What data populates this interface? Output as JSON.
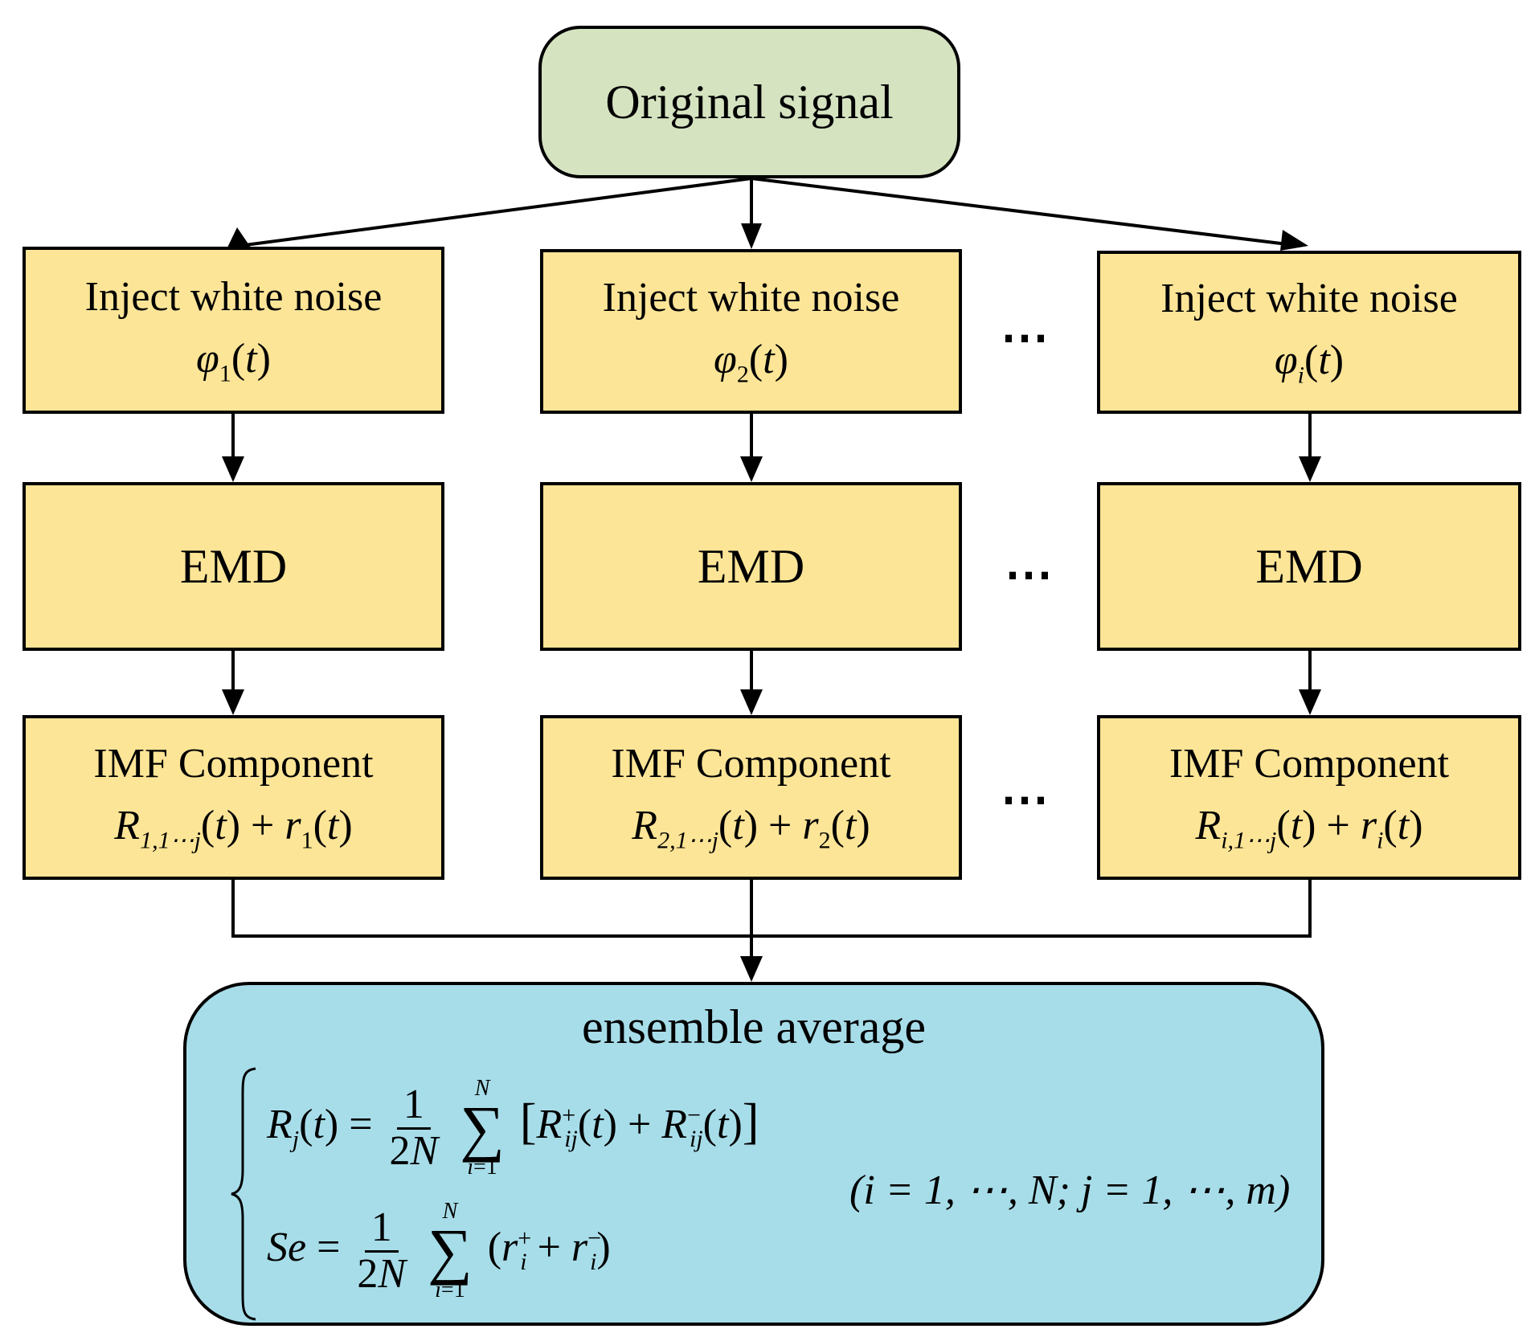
{
  "original_signal": "Original signal",
  "columns": [
    {
      "noise_label": "Inject white noise",
      "noise_sub": "1",
      "emd": "EMD",
      "imf_label": "IMF Component",
      "imf_R_sub": "1,1⋯j",
      "imf_r_sub": "1"
    },
    {
      "noise_label": "Inject white noise",
      "noise_sub": "2",
      "emd": "EMD",
      "imf_label": "IMF Component",
      "imf_R_sub": "2,1⋯j",
      "imf_r_sub": "2"
    },
    {
      "noise_label": "Inject white noise",
      "noise_sub": "i",
      "emd": "EMD",
      "imf_label": "IMF Component",
      "imf_R_sub": "i,1⋯j",
      "imf_r_sub": "i"
    }
  ],
  "ellipsis": "⋯",
  "ensemble": {
    "title": "ensemble average",
    "condition": "(i = 1, ⋯, N;  j = 1, ⋯, m)"
  },
  "colors": {
    "original_fill": "#d5e3c1",
    "step_fill": "#fde597",
    "ensemble_fill": "#a7dde9"
  }
}
